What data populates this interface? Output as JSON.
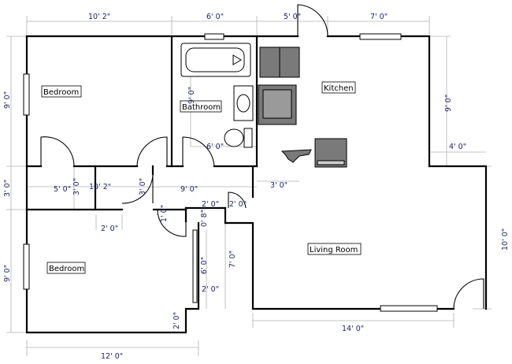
{
  "rooms": {
    "bedroom_top": "Bedroom",
    "bedroom_bottom": "Bedroom",
    "bathroom": "Bathroom",
    "kitchen": "Kitchen",
    "living_room": "Living Room"
  },
  "dimensions": {
    "top_bedroom_width": "10' 2\"",
    "top_bathroom_width": "6' 0\"",
    "top_kitchen_left": "5' 0\"",
    "top_kitchen_right": "7' 0\"",
    "left_upper_height": "9' 0\"",
    "left_hall_height": "3' 0\"",
    "left_lower_height": "9' 0\"",
    "right_kitchen_height": "9' 0\"",
    "right_offset": "4' 0\"",
    "right_living_height": "10' 0\"",
    "bathroom_depth": "9' 0\"",
    "bathroom_width_inner": "6' 0\"",
    "hall_closet_width": "5' 0\"",
    "hall_closet_depth": "3' 0\"",
    "hall_middle_width": "10' 2\"",
    "hall_right_depth": "3' 0\"",
    "hall_length": "9' 0\"",
    "kitchen_counter": "3' 0\"",
    "hall_closet_opening": "2' 0\"",
    "corridor_width_a": "2' 0\"",
    "corridor_width_b": "2' 0\"",
    "small_step": "1' 0\"",
    "small_step_b": "0' 8\"",
    "living_left_height": "7' 0\"",
    "closet_height": "6' 0\"",
    "closet_width": "2' 0\"",
    "lower_step": "2' 0\"",
    "bottom_bedroom_width": "12' 0\"",
    "bottom_living_width": "14' 0\""
  }
}
